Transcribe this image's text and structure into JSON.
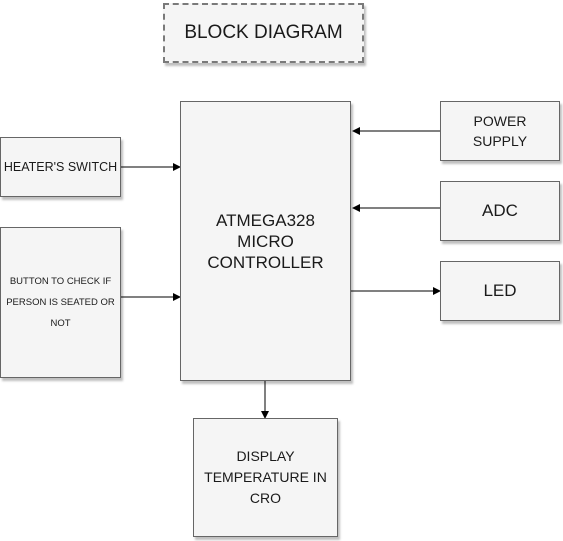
{
  "diagram": {
    "title": "BLOCK DIAGRAM",
    "blocks": {
      "mcu": "ATMEGA328\nMICRO\nCONTROLLER",
      "heater": "HEATER'S SWITCH",
      "button": "BUTTON TO CHECK IF PERSON IS SEATED OR NOT",
      "power": "POWER\nSUPPLY",
      "adc": "ADC",
      "led": "LED",
      "display": "DISPLAY\nTEMPERATURE IN\nCRO"
    },
    "connections": [
      {
        "from": "heater",
        "to": "mcu"
      },
      {
        "from": "button",
        "to": "mcu"
      },
      {
        "from": "power",
        "to": "mcu"
      },
      {
        "from": "adc",
        "to": "mcu"
      },
      {
        "from": "mcu",
        "to": "led"
      },
      {
        "from": "mcu",
        "to": "display"
      }
    ]
  },
  "colors": {
    "box_fill": "#f5f5f5",
    "box_stroke": "#666666",
    "arrow": "#000000",
    "text": "#1a1a1a"
  }
}
